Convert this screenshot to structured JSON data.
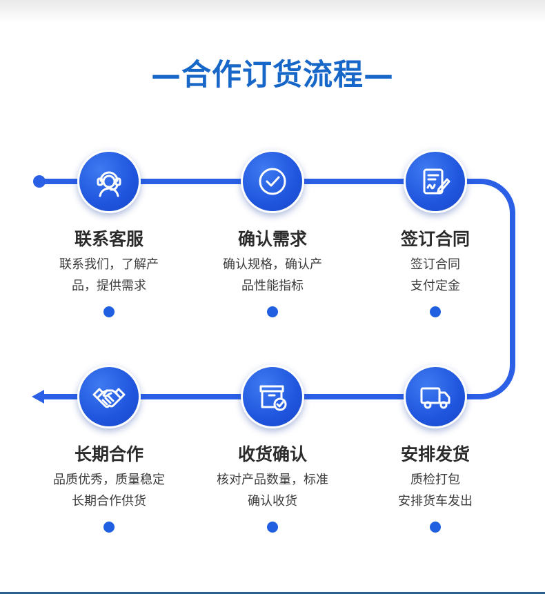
{
  "title": "—合作订货流程—",
  "colors": {
    "title": "#1767c8",
    "line": "#2a5fe6",
    "circle": "#1f55de",
    "dot": "#1f5fe0",
    "text_title": "#2b2b2b",
    "text_desc": "#3a3a3a"
  },
  "steps": [
    {
      "icon": "customer-service-icon",
      "title": "联系客服",
      "desc": [
        "联系我们，了解产",
        "品，提供需求"
      ]
    },
    {
      "icon": "check-circle-icon",
      "title": "确认需求",
      "desc": [
        "确认规格，确认产",
        "品性能指标"
      ]
    },
    {
      "icon": "sign-contract-icon",
      "title": "签订合同",
      "desc": [
        "签订合同",
        "支付定金"
      ]
    },
    {
      "icon": "delivery-truck-icon",
      "title": "安排发货",
      "desc": [
        "质检打包",
        "安排货车发出"
      ]
    },
    {
      "icon": "package-check-icon",
      "title": "收货确认",
      "desc": [
        "核对产品数量，标准",
        "确认收货"
      ]
    },
    {
      "icon": "handshake-icon",
      "title": "长期合作",
      "desc": [
        "品质优秀，质量稳定",
        "长期合作供货"
      ]
    }
  ]
}
